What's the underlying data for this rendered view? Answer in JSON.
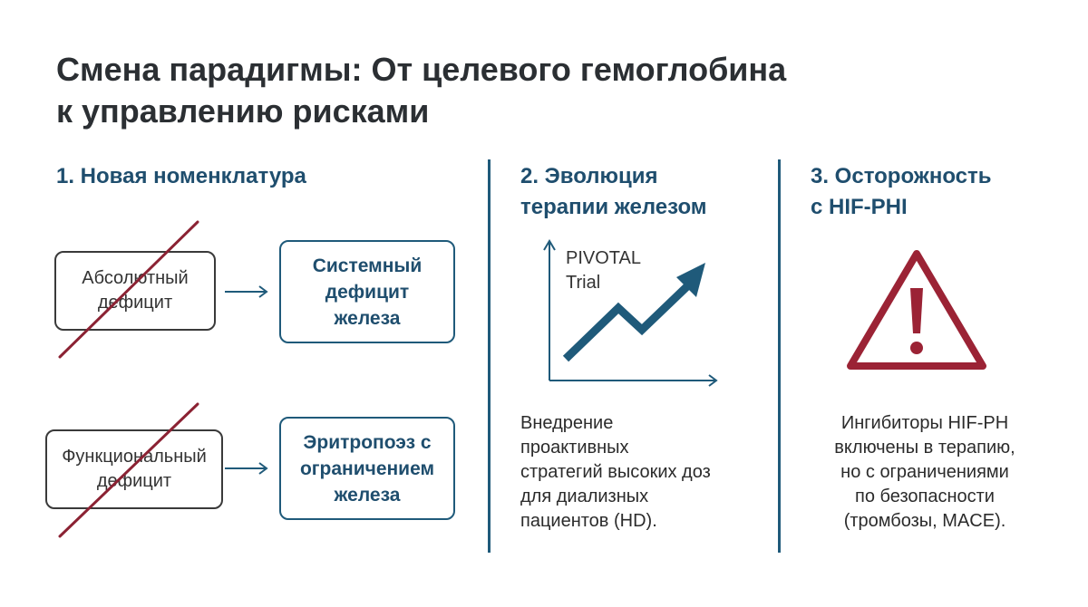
{
  "title_line1": "Смена парадигмы: От целевого гемоглобина",
  "title_line2": "к управлению рисками",
  "section1": {
    "heading": "1. Новая номенклатура",
    "rows": [
      {
        "old_line1": "Абсолютный",
        "old_line2": "дефицит",
        "new_line1": "Системный",
        "new_line2": "дефицит",
        "new_line3": "железа"
      },
      {
        "old_line1": "Функциональный",
        "old_line2": "дефицит",
        "new_line1": "Эритропоэз с",
        "new_line2": "ограничением",
        "new_line3": "железа"
      }
    ]
  },
  "section2": {
    "heading_line1": "2. Эволюция",
    "heading_line2": "терапии железом",
    "chart_label_line1": "PIVOTAL",
    "chart_label_line2": "Trial",
    "text_lines": [
      "Внедрение",
      "проактивных",
      "стратегий высоких доз",
      "для диализных",
      "пациентов (HD)."
    ]
  },
  "section3": {
    "heading_line1": "3. Осторожность",
    "heading_line2": "с HIF-PHI",
    "text_lines": [
      "Ингибиторы HIF-PH",
      "включены в терапию,",
      "но с ограничениями",
      "по безопасности",
      "(тромбозы, MACE)."
    ]
  },
  "colors": {
    "accent": "#1f5a7a",
    "strike": "#8b2233",
    "warning": "#9b2335",
    "title": "#2b2f33"
  },
  "icons": [
    "right-arrow-icon",
    "trend-up-arrow-icon",
    "warning-triangle-icon"
  ]
}
